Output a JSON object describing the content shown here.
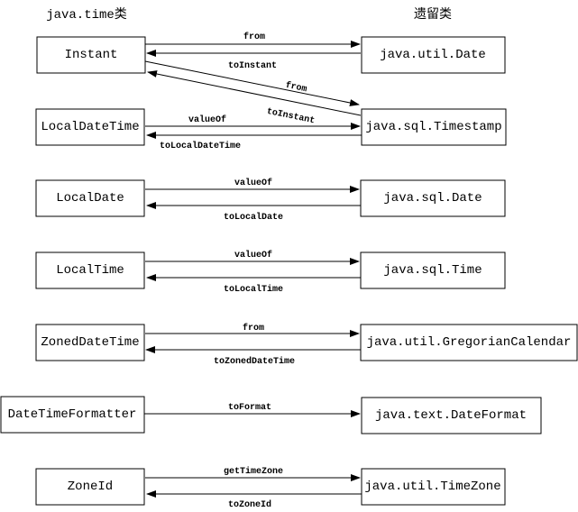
{
  "colors": {
    "background": "#ffffff",
    "stroke": "#000000",
    "text": "#000000"
  },
  "headers": {
    "left": "java.time类",
    "right": "遗留类"
  },
  "nodes": {
    "instant": "Instant",
    "local_date_time": "LocalDateTime",
    "local_date": "LocalDate",
    "local_time": "LocalTime",
    "zoned_date_time": "ZonedDateTime",
    "date_time_formatter": "DateTimeFormatter",
    "zone_id": "ZoneId",
    "util_date": "java.util.Date",
    "sql_timestamp": "java.sql.Timestamp",
    "sql_date": "java.sql.Date",
    "sql_time": "java.sql.Time",
    "gregorian_calendar": "java.util.GregorianCalendar",
    "date_format": "java.text.DateFormat",
    "time_zone": "java.util.TimeZone"
  },
  "edges": {
    "date_from": "from",
    "date_to_instant": "toInstant",
    "timestamp_from": "from",
    "timestamp_to_instant": "toInstant",
    "timestamp_value_of": "valueOf",
    "timestamp_to_local_date_time": "toLocalDateTime",
    "sql_date_value_of": "valueOf",
    "sql_date_to_local_date": "toLocalDate",
    "sql_time_value_of": "valueOf",
    "sql_time_to_local_time": "toLocalTime",
    "calendar_from": "from",
    "calendar_to_zoned_date_time": "toZonedDateTime",
    "format_to_format": "toFormat",
    "zone_get_time_zone": "getTimeZone",
    "zone_to_zone_id": "toZoneId"
  }
}
